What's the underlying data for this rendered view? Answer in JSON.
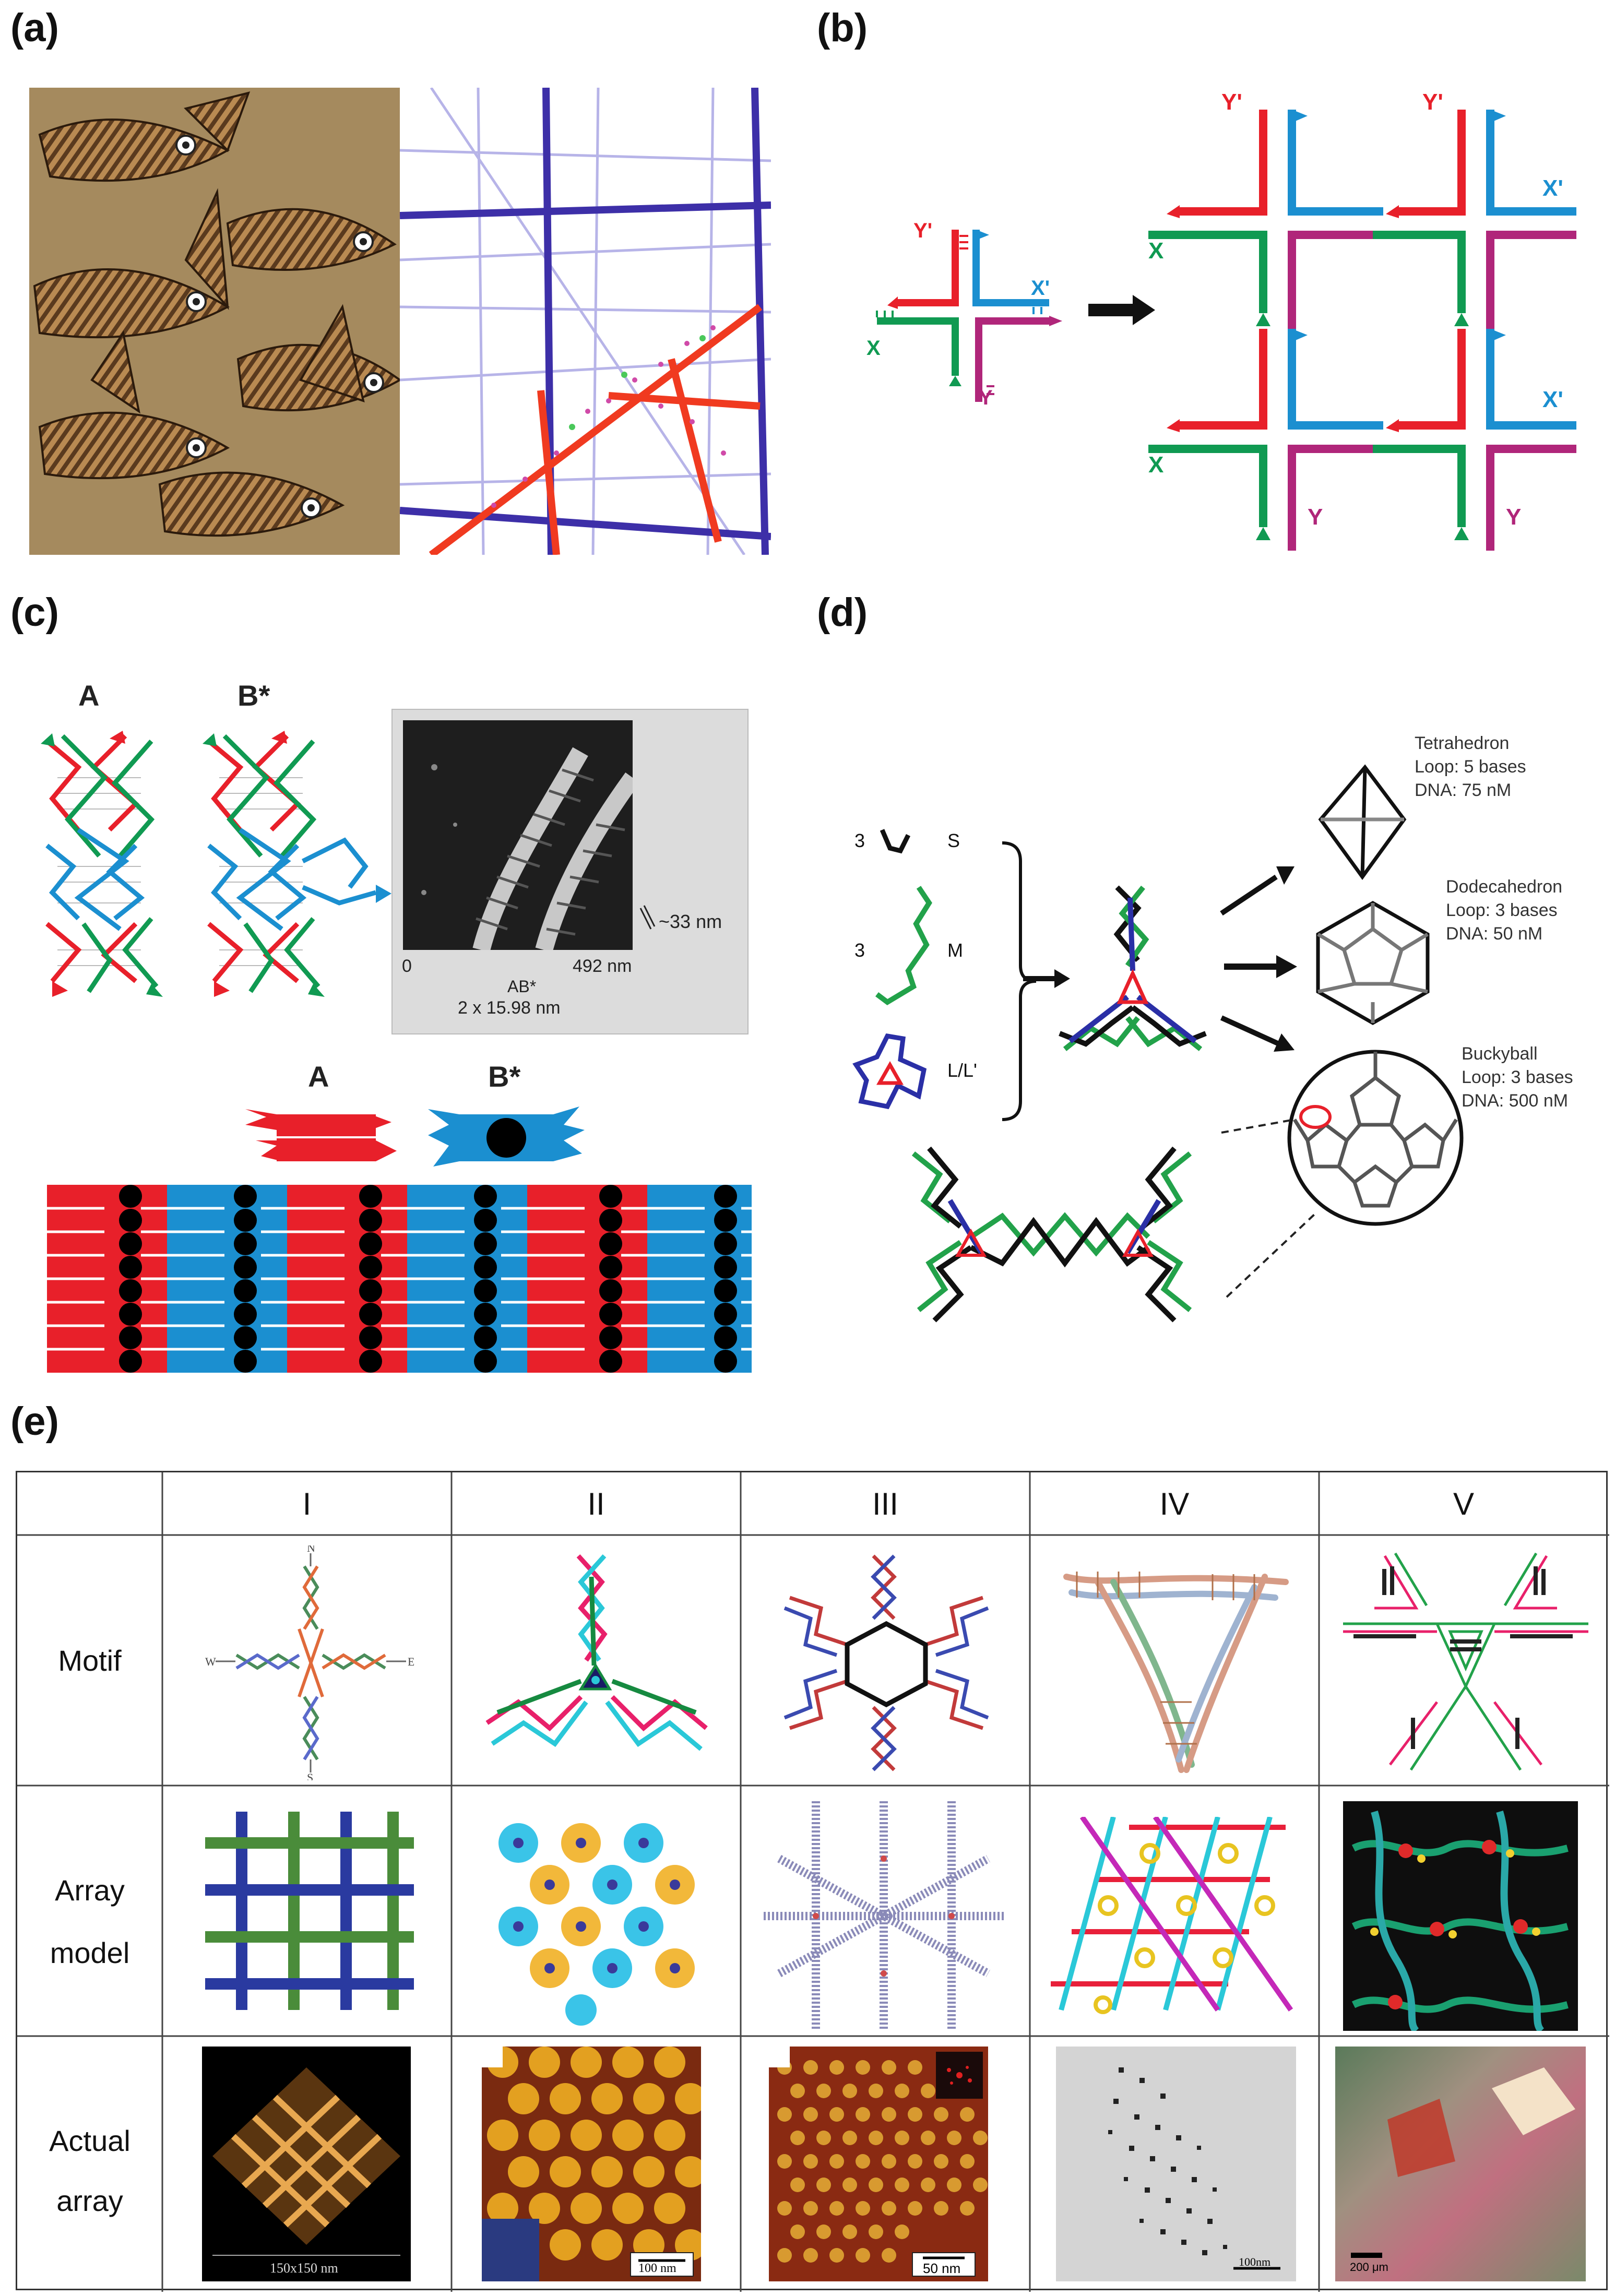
{
  "panels": {
    "a": {
      "label": "(a)"
    },
    "b": {
      "label": "(b)",
      "tile": {
        "y_prime": "Y'",
        "x_prime": "X'",
        "x": "X",
        "y": "Y"
      },
      "lattice": {
        "y_prime": "Y'",
        "x_prime": "X'",
        "x": "X",
        "y": "Y"
      }
    },
    "c": {
      "label": "(c)",
      "tile_a": "A",
      "tile_b": "B*",
      "afm": {
        "start": "0",
        "end": "492 nm",
        "height": "~33 nm",
        "sample": "AB*",
        "period": "2 x 15.98 nm"
      },
      "legend_a": "A",
      "legend_b": "B*"
    },
    "d": {
      "label": "(d)",
      "s_count": "3",
      "s_label": "S",
      "m_count": "3",
      "m_label": "M",
      "l_label": "L/L'",
      "tetrahedron": {
        "name": "Tetrahedron",
        "loop": "Loop: 5 bases",
        "dna": "DNA: 75 nM"
      },
      "dodecahedron": {
        "name": "Dodecahedron",
        "loop": "Loop: 3 bases",
        "dna": "DNA: 50 nM"
      },
      "buckyball": {
        "name": "Buckyball",
        "loop": "Loop: 3 bases",
        "dna": "DNA: 500 nM"
      }
    },
    "e": {
      "label": "(e)",
      "columns": [
        "I",
        "II",
        "III",
        "IV",
        "V"
      ],
      "rows": {
        "motif": "Motif",
        "array_model_1": "Array",
        "array_model_2": "model",
        "actual_1": "Actual",
        "actual_2": "array"
      },
      "motif_I": {
        "n": "N",
        "s": "S",
        "w": "W",
        "e": "E"
      },
      "scale": {
        "I": "150x150 nm",
        "II": "100 nm",
        "III": "50 nm",
        "IV": "100nm",
        "V": "200 μm"
      }
    }
  },
  "colors": {
    "red": "#e8202a",
    "blue": "#1b8fd0",
    "green": "#109a52",
    "magenta": "#b0267a",
    "navy": "#3c3aa8",
    "afm_brown": "#7a2a10",
    "afm_gold": "#e3a020"
  }
}
